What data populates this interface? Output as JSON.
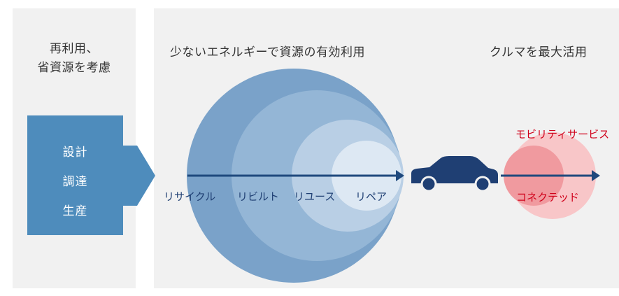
{
  "left_panel": {
    "heading_line1": "再利用、",
    "heading_line2": "省資源を考慮",
    "process_items": [
      "設計",
      "調達",
      "生産"
    ]
  },
  "middle_panel": {
    "heading": "少ないエネルギーで資源の有効利用",
    "stages": [
      "リサイクル",
      "リビルト",
      "リユース",
      "リペア"
    ]
  },
  "right_panel": {
    "heading": "クルマを最大活用",
    "outer_label": "モビリティサービス",
    "inner_label": "コネクテッド"
  },
  "icons": {
    "vehicle": "car-icon",
    "flow": "arrow-right-icon"
  },
  "colors": {
    "panel_bg": "#f1f1f1",
    "process_box": "#4e8cbc",
    "ring_outer": "#7aa2c9",
    "ring_2": "#94b6d6",
    "ring_3": "#b9cfe5",
    "ring_inner": "#dde8f3",
    "arrow": "#1f497d",
    "car": "#1f3f73",
    "mobility_circle": "#f8c6c8",
    "connected_circle": "#f09a9f",
    "red_text": "#d0021b"
  }
}
